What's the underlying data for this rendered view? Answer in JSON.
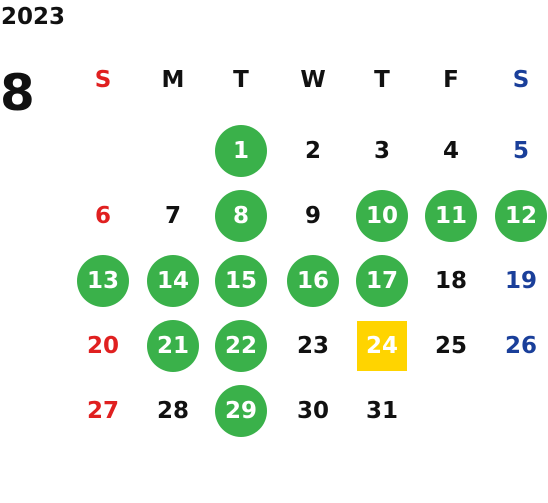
{
  "year": "2023",
  "month": "8",
  "colors": {
    "default": "#111111",
    "sunday": "#e02020",
    "saturday": "#1a3f9a",
    "highlight_circle": "#3ab14a",
    "today_box": "#ffd400"
  },
  "weekdays": [
    {
      "label": "S",
      "kind": "sunday"
    },
    {
      "label": "M",
      "kind": "default"
    },
    {
      "label": "T",
      "kind": "default"
    },
    {
      "label": "W",
      "kind": "default"
    },
    {
      "label": "T",
      "kind": "default"
    },
    {
      "label": "F",
      "kind": "default"
    },
    {
      "label": "S",
      "kind": "saturday"
    }
  ],
  "first_weekday_index": 2,
  "days": [
    {
      "d": "1",
      "mark": "circle"
    },
    {
      "d": "2",
      "mark": "none"
    },
    {
      "d": "3",
      "mark": "none"
    },
    {
      "d": "4",
      "mark": "none"
    },
    {
      "d": "5",
      "mark": "none"
    },
    {
      "d": "6",
      "mark": "none"
    },
    {
      "d": "7",
      "mark": "none"
    },
    {
      "d": "8",
      "mark": "circle"
    },
    {
      "d": "9",
      "mark": "none"
    },
    {
      "d": "10",
      "mark": "circle"
    },
    {
      "d": "11",
      "mark": "circle"
    },
    {
      "d": "12",
      "mark": "circle"
    },
    {
      "d": "13",
      "mark": "circle"
    },
    {
      "d": "14",
      "mark": "circle"
    },
    {
      "d": "15",
      "mark": "circle"
    },
    {
      "d": "16",
      "mark": "circle"
    },
    {
      "d": "17",
      "mark": "circle"
    },
    {
      "d": "18",
      "mark": "none"
    },
    {
      "d": "19",
      "mark": "none"
    },
    {
      "d": "20",
      "mark": "none"
    },
    {
      "d": "21",
      "mark": "circle"
    },
    {
      "d": "22",
      "mark": "circle"
    },
    {
      "d": "23",
      "mark": "none"
    },
    {
      "d": "24",
      "mark": "today"
    },
    {
      "d": "25",
      "mark": "none"
    },
    {
      "d": "26",
      "mark": "none"
    },
    {
      "d": "27",
      "mark": "none"
    },
    {
      "d": "28",
      "mark": "none"
    },
    {
      "d": "29",
      "mark": "circle"
    },
    {
      "d": "30",
      "mark": "none"
    },
    {
      "d": "31",
      "mark": "none"
    }
  ]
}
